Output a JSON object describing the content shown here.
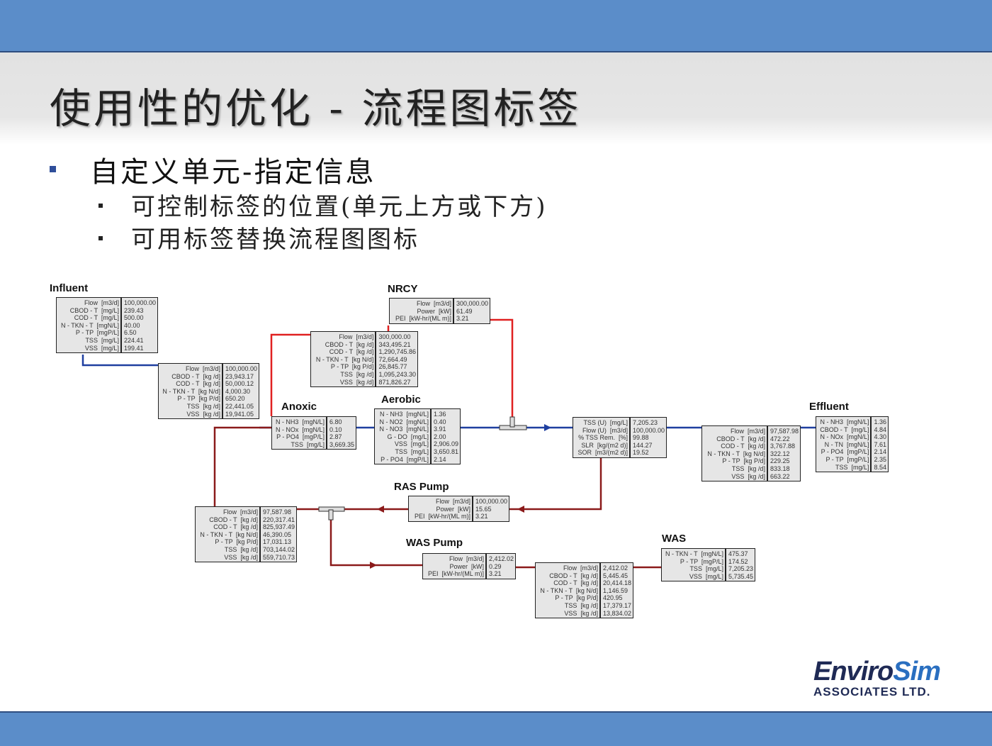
{
  "slide": {
    "title": "使用性的优化 - 流程图标签",
    "bullet1": "自定义单元-指定信息",
    "sub_bullets": [
      "可控制标签的位置(单元上方或下方)",
      "可用标签替换流程图图标"
    ]
  },
  "logo": {
    "part1": "Enviro",
    "part2": "Sim",
    "part3": "ASSOCIATES LTD."
  },
  "colors": {
    "bar": "#5b8dc9",
    "liquid_line": "#1f3fa0",
    "recycle_line": "#e02020",
    "sludge_line": "#8b1a1a"
  },
  "units": [
    {
      "id": "influent",
      "label": "Influent",
      "rows": [
        [
          "Flow  [m3/d]",
          "100,000.00"
        ],
        [
          "CBOD - T  [mg/L]",
          "239.43"
        ],
        [
          "COD - T  [mg/L]",
          "500.00"
        ],
        [
          "N - TKN - T  [mgN/L]",
          "40.00"
        ],
        [
          "P - TP  [mgP/L]",
          "6.50"
        ],
        [
          "TSS  [mg/L]",
          "224.41"
        ],
        [
          "VSS  [mg/L]",
          "199.41"
        ]
      ]
    },
    {
      "id": "influent-loads",
      "label": "",
      "rows": [
        [
          "Flow  [m3/d]",
          "100,000.00"
        ],
        [
          "CBOD - T  [kg /d]",
          "23,943.17"
        ],
        [
          "COD - T  [kg /d]",
          "50,000.12"
        ],
        [
          "N - TKN - T  [kg N/d]",
          "4,000.30"
        ],
        [
          "P - TP  [kg P/d]",
          "650.20"
        ],
        [
          "TSS  [kg /d]",
          "22,441.05"
        ],
        [
          "VSS  [kg /d]",
          "19,941.05"
        ]
      ]
    },
    {
      "id": "nrcy",
      "label": "NRCY",
      "rows": [
        [
          "Flow  [m3/d]",
          "300,000.00"
        ],
        [
          "Power  [kW]",
          "61.49"
        ],
        [
          "PEI  [kW-hr/(ML m)]",
          "3.21"
        ]
      ]
    },
    {
      "id": "nrcy-loads",
      "label": "",
      "rows": [
        [
          "Flow  [m3/d]",
          "300,000.00"
        ],
        [
          "CBOD - T  [kg /d]",
          "343,495.21"
        ],
        [
          "COD - T  [kg /d]",
          "1,290,745.86"
        ],
        [
          "N - TKN - T  [kg N/d]",
          "72,664.49"
        ],
        [
          "P - TP  [kg P/d]",
          "26,845.77"
        ],
        [
          "TSS  [kg /d]",
          "1,095,243.30"
        ],
        [
          "VSS  [kg /d]",
          "871,826.27"
        ]
      ]
    },
    {
      "id": "anoxic",
      "label": "Anoxic",
      "rows": [
        [
          "N - NH3  [mgN/L]",
          "6.80"
        ],
        [
          "N - NOx  [mgN/L]",
          "0.10"
        ],
        [
          "P - PO4  [mgP/L]",
          "2.87"
        ],
        [
          "TSS  [mg/L]",
          "3,669.35"
        ]
      ]
    },
    {
      "id": "aerobic",
      "label": "Aerobic",
      "rows": [
        [
          "N - NH3  [mgN/L]",
          "1.36"
        ],
        [
          "N - NO2  [mgN/L]",
          "0.40"
        ],
        [
          "N - NO3  [mgN/L]",
          "3.91"
        ],
        [
          "G - DO  [mg/L]",
          "2.00"
        ],
        [
          "VSS  [mg/L]",
          "2,906.09"
        ],
        [
          "TSS  [mg/L]",
          "3,650.81"
        ],
        [
          "P - PO4  [mgP/L]",
          "2.14"
        ]
      ]
    },
    {
      "id": "clarifier",
      "label": "",
      "rows": [
        [
          "TSS (U)  [mg/L]",
          "7,205.23"
        ],
        [
          "Flow (U)  [m3/d]",
          "100,000.00"
        ],
        [
          "% TSS Rem.  [%]",
          "99.88"
        ],
        [
          "SLR  [kg/(m2 d)]",
          "144.27"
        ],
        [
          "SOR  [m3/(m2 d)]",
          "19.52"
        ]
      ]
    },
    {
      "id": "effluent-loads",
      "label": "",
      "rows": [
        [
          "Flow  [m3/d]",
          "97,587.98"
        ],
        [
          "CBOD - T  [kg /d]",
          "472.22"
        ],
        [
          "COD - T  [kg /d]",
          "3,767.88"
        ],
        [
          "N - TKN - T  [kg N/d]",
          "322.12"
        ],
        [
          "P - TP  [kg P/d]",
          "229.25"
        ],
        [
          "TSS  [kg /d]",
          "833.18"
        ],
        [
          "VSS  [kg /d]",
          "663.22"
        ]
      ]
    },
    {
      "id": "effluent",
      "label": "Effluent",
      "rows": [
        [
          "N - NH3  [mgN/L]",
          "1.36"
        ],
        [
          "CBOD - T  [mg/L]",
          "4.84"
        ],
        [
          "N - NOx  [mgN/L]",
          "4.30"
        ],
        [
          "N - TN  [mgN/L]",
          "7.61"
        ],
        [
          "P - PO4  [mgP/L]",
          "2.14"
        ],
        [
          "P - TP  [mgP/L]",
          "2.35"
        ],
        [
          "TSS  [mg/L]",
          "8.54"
        ]
      ]
    },
    {
      "id": "ras-pump",
      "label": "RAS Pump",
      "rows": [
        [
          "Flow  [m3/d]",
          "100,000.00"
        ],
        [
          "Power  [kW]",
          "15.65"
        ],
        [
          "PEI  [kW-hr/(ML m)]",
          "3.21"
        ]
      ]
    },
    {
      "id": "ras-loads",
      "label": "",
      "rows": [
        [
          "Flow  [m3/d]",
          "97,587.98"
        ],
        [
          "CBOD - T  [kg /d]",
          "220,317.41"
        ],
        [
          "COD - T  [kg /d]",
          "825,937.49"
        ],
        [
          "N - TKN - T  [kg N/d]",
          "46,390.05"
        ],
        [
          "P - TP  [kg P/d]",
          "17,031.13"
        ],
        [
          "TSS  [kg /d]",
          "703,144.02"
        ],
        [
          "VSS  [kg /d]",
          "559,710.73"
        ]
      ]
    },
    {
      "id": "was-pump",
      "label": "WAS Pump",
      "rows": [
        [
          "Flow  [m3/d]",
          "2,412.02"
        ],
        [
          "Power  [kW]",
          "0.29"
        ],
        [
          "PEI  [kW-hr/(ML m)]",
          "3.21"
        ]
      ]
    },
    {
      "id": "was-loads",
      "label": "",
      "rows": [
        [
          "Flow  [m3/d]",
          "2,412.02"
        ],
        [
          "CBOD - T  [kg /d]",
          "5,445.45"
        ],
        [
          "COD - T  [kg /d]",
          "20,414.18"
        ],
        [
          "N - TKN - T  [kg N/d]",
          "1,146.59"
        ],
        [
          "P - TP  [kg P/d]",
          "420.95"
        ],
        [
          "TSS  [kg /d]",
          "17,379.17"
        ],
        [
          "VSS  [kg /d]",
          "13,834.02"
        ]
      ]
    },
    {
      "id": "was",
      "label": "WAS",
      "rows": [
        [
          "N - TKN - T  [mgN/L]",
          "475.37"
        ],
        [
          "P - TP  [mgP/L]",
          "174.52"
        ],
        [
          "TSS  [mg/L]",
          "7,205.23"
        ],
        [
          "VSS  [mg/L]",
          "5,735.45"
        ]
      ]
    }
  ]
}
